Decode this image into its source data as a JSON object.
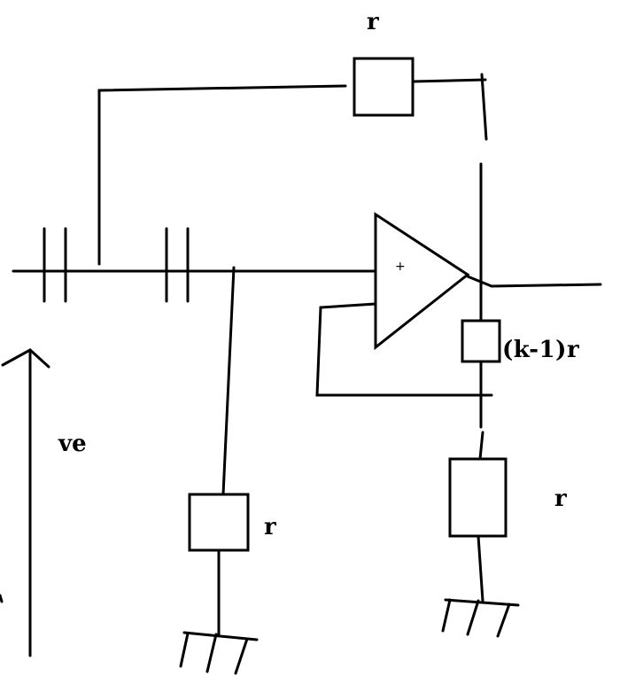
{
  "diagram": {
    "labels": {
      "r_feedback": "r",
      "k_minus_1_r": "(k-1)r",
      "r_ground_left": "r",
      "r_ground_right": "r",
      "ve": "ve",
      "opamp_plus": "+"
    }
  }
}
